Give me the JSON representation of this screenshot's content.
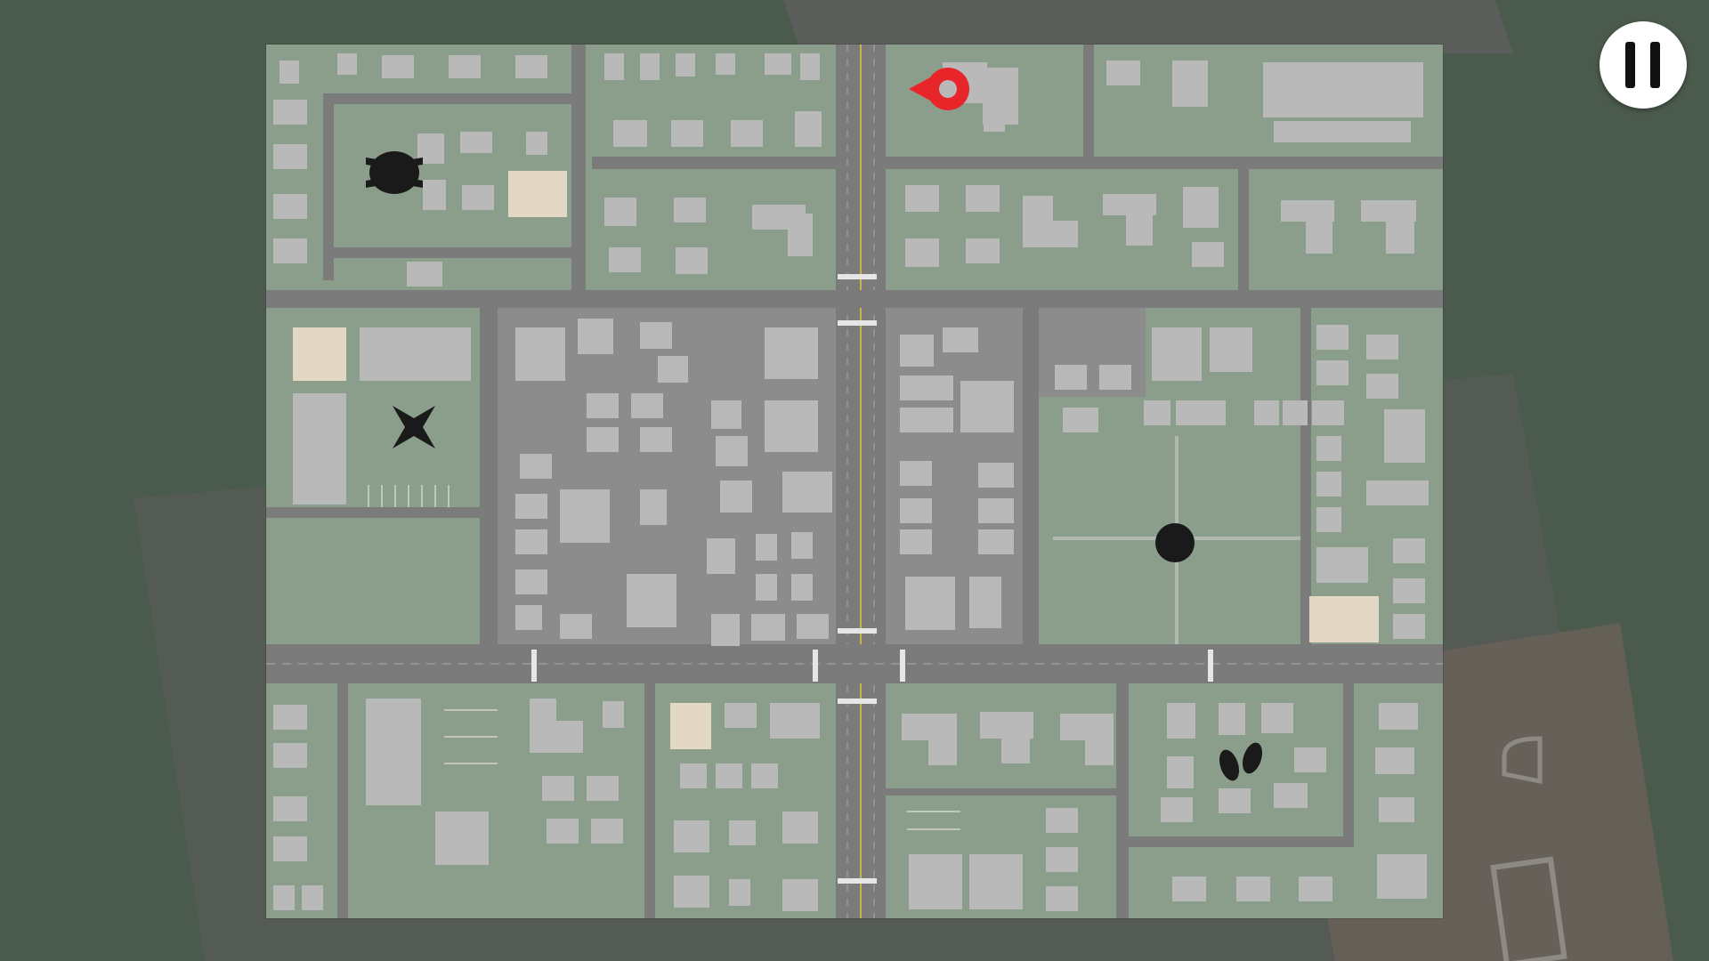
{
  "game": {
    "screen": "city-map",
    "paused": false
  },
  "controls": {
    "pause_icon": "pause-icon"
  },
  "markers": [
    {
      "name": "destination-pin-marker",
      "icon": "location-pin-icon",
      "color": "#e8262a"
    },
    {
      "name": "vehicle-marker",
      "icon": "car-icon",
      "color": "#1a1a1a"
    },
    {
      "name": "ninja-star-marker",
      "icon": "shuriken-icon",
      "color": "#1a1a1a"
    },
    {
      "name": "player-position-marker",
      "icon": "dot-icon",
      "color": "#1a1a1a"
    },
    {
      "name": "footprints-marker",
      "icon": "footprints-icon",
      "color": "#1a1a1a"
    }
  ],
  "colors": {
    "grass": "#8a9e8b",
    "road": "#7c7c7c",
    "building": "#b9b9b9",
    "sand": "#e2d8c4",
    "backdrop": "#4a5a4c"
  }
}
